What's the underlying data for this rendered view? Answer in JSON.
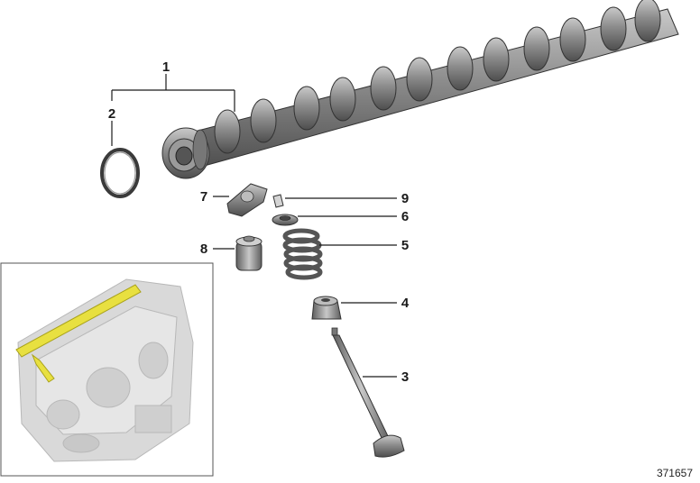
{
  "callouts": {
    "c1": "1",
    "c2": "2",
    "c3": "3",
    "c4": "4",
    "c5": "5",
    "c6": "6",
    "c7": "7",
    "c8": "8",
    "c9": "9"
  },
  "reference_number": "371657",
  "colors": {
    "highlight": "#e8e040",
    "metal": "#8a8a8a",
    "line": "#1a1a1a"
  }
}
